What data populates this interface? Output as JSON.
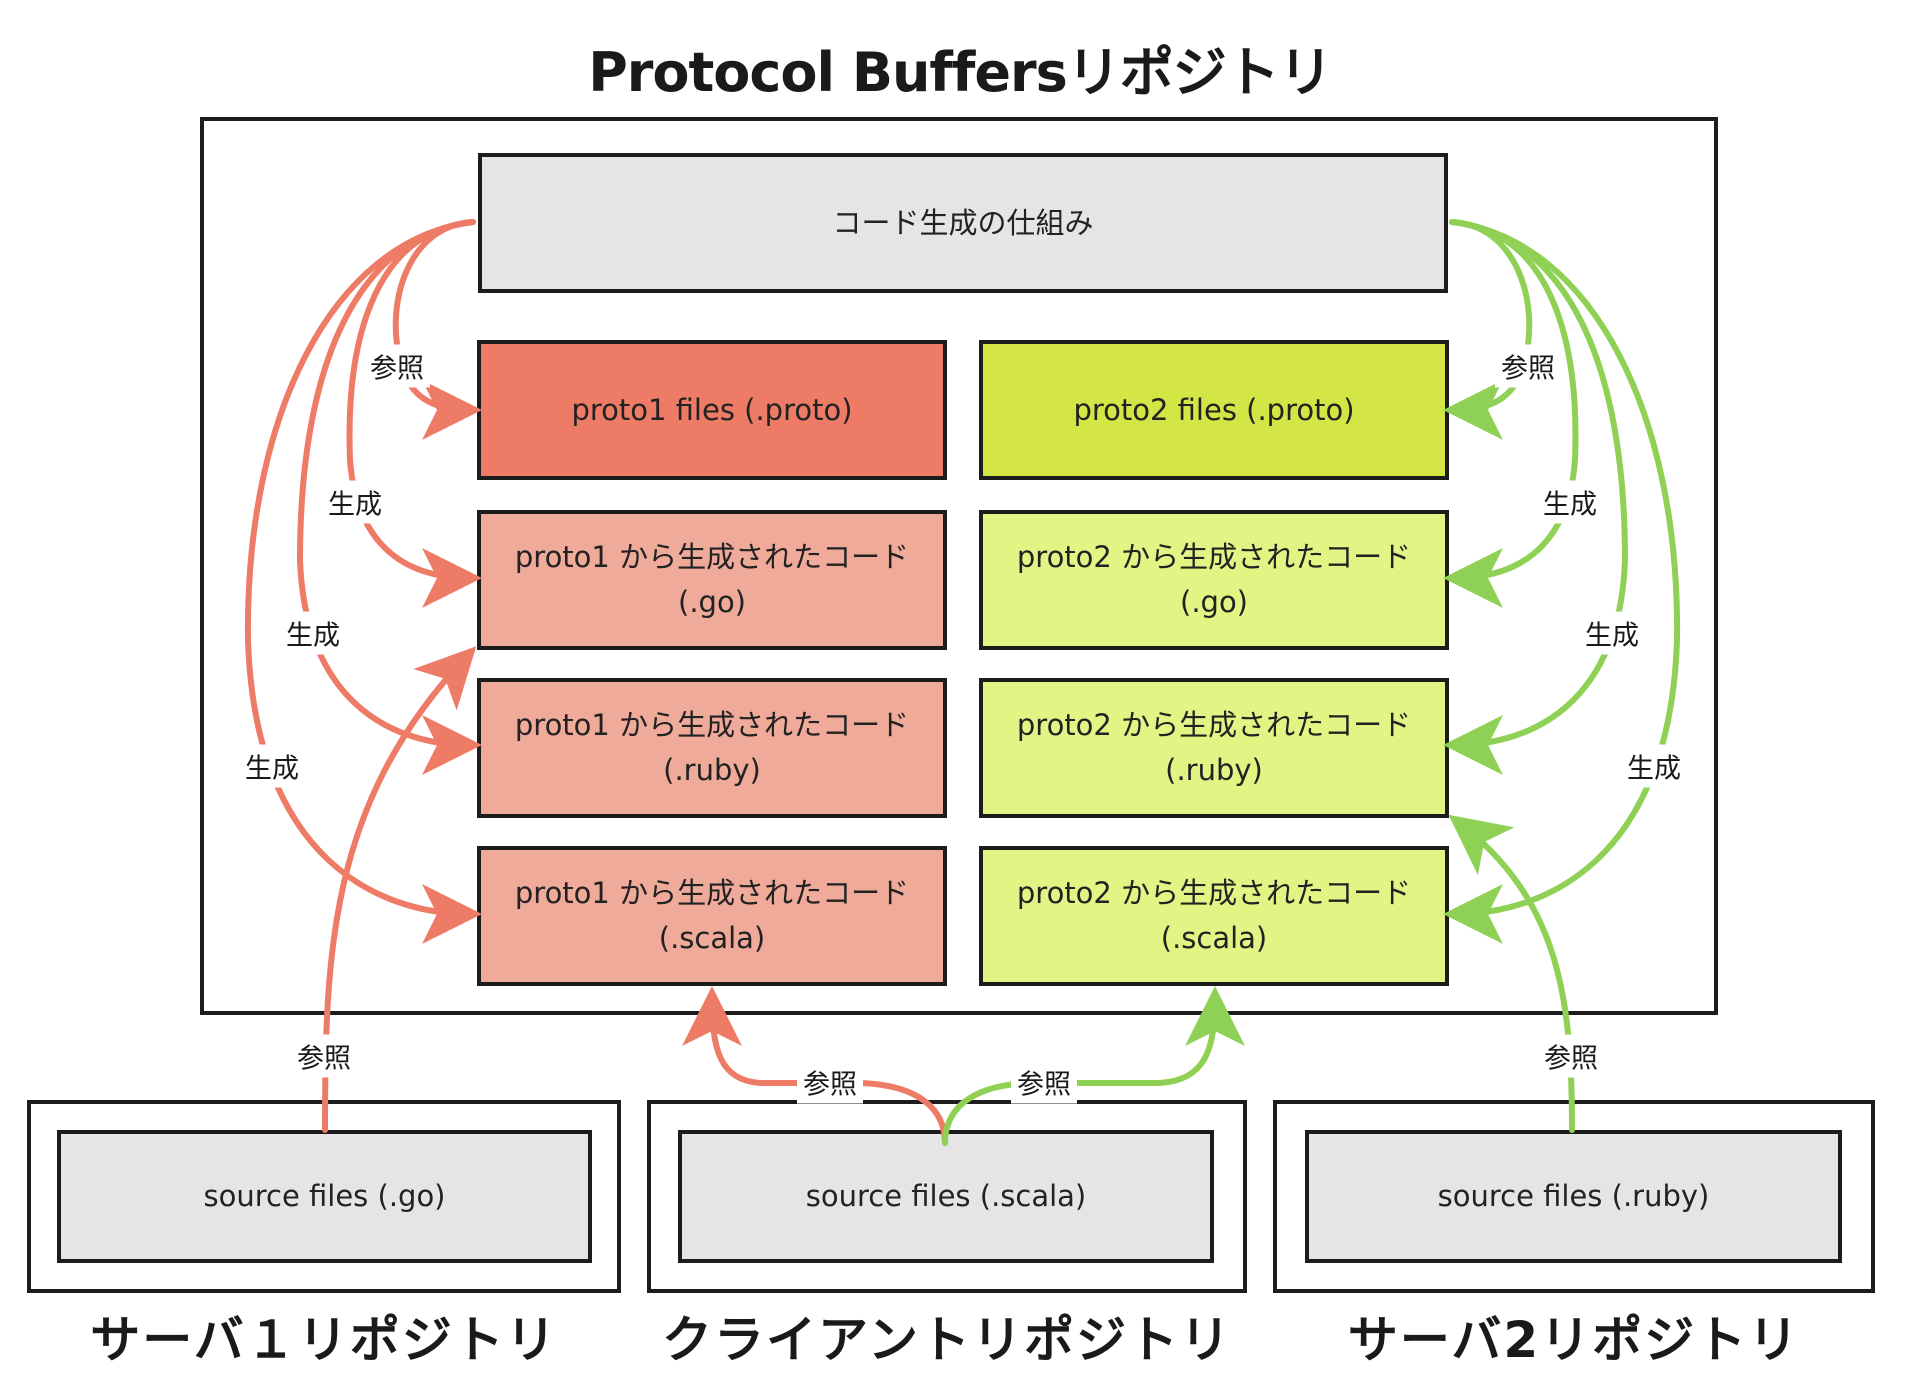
{
  "title": "Protocol Buffersリポジトリ",
  "colors": {
    "proto1_files": "#ee7b66",
    "proto1_generated": "#efaa9a",
    "proto2_files": "#d3e646",
    "proto2_generated": "#e1f585",
    "neutral_box": "#e5e5e5",
    "arrow_proto1": "#ee7b66",
    "arrow_proto2": "#8ed154",
    "border": "#1c1c1c"
  },
  "protobuf_repo": {
    "codegen": "コード生成の仕組み",
    "proto1": {
      "files": "proto1 files (.proto)",
      "generated": [
        {
          "line1": "proto1 から生成されたコード",
          "line2": "(.go)"
        },
        {
          "line1": "proto1 から生成されたコード",
          "line2": "(.ruby)"
        },
        {
          "line1": "proto1 から生成されたコード",
          "line2": "(.scala)"
        }
      ]
    },
    "proto2": {
      "files": "proto2 files (.proto)",
      "generated": [
        {
          "line1": "proto2 から生成されたコード",
          "line2": "(.go)"
        },
        {
          "line1": "proto2 から生成されたコード",
          "line2": "(.ruby)"
        },
        {
          "line1": "proto2 から生成されたコード",
          "line2": "(.scala)"
        }
      ]
    }
  },
  "repos": [
    {
      "label": "サーバ１リポジトリ",
      "source": "source files (.go)"
    },
    {
      "label": "クライアントリポジトリ",
      "source": "source files (.scala)"
    },
    {
      "label": "サーバ2リポジトリ",
      "source": "source files (.ruby)"
    }
  ],
  "edge_labels": {
    "reference": "参照",
    "generate": "生成"
  },
  "edges": [
    {
      "from": "codegen",
      "to": "proto1-files",
      "label": "参照",
      "color": "proto1"
    },
    {
      "from": "codegen",
      "to": "proto1-go",
      "label": "生成",
      "color": "proto1"
    },
    {
      "from": "codegen",
      "to": "proto1-ruby",
      "label": "生成",
      "color": "proto1"
    },
    {
      "from": "codegen",
      "to": "proto1-scala",
      "label": "生成",
      "color": "proto1"
    },
    {
      "from": "codegen",
      "to": "proto2-files",
      "label": "参照",
      "color": "proto2"
    },
    {
      "from": "codegen",
      "to": "proto2-go",
      "label": "生成",
      "color": "proto2"
    },
    {
      "from": "codegen",
      "to": "proto2-ruby",
      "label": "生成",
      "color": "proto2"
    },
    {
      "from": "codegen",
      "to": "proto2-scala",
      "label": "生成",
      "color": "proto2"
    },
    {
      "from": "server1-source",
      "to": "proto1-go",
      "label": "参照",
      "color": "proto1"
    },
    {
      "from": "client-source",
      "to": "proto1-scala",
      "label": "参照",
      "color": "proto1"
    },
    {
      "from": "client-source",
      "to": "proto2-scala",
      "label": "参照",
      "color": "proto2"
    },
    {
      "from": "server2-source",
      "to": "proto2-ruby",
      "label": "参照",
      "color": "proto2"
    }
  ]
}
